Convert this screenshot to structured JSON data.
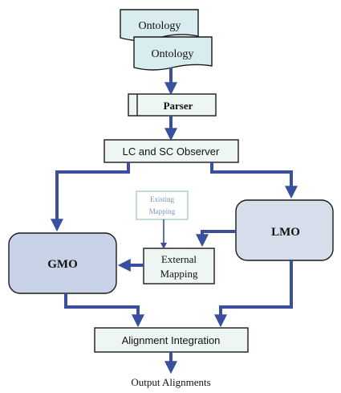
{
  "nodes": {
    "ontology_back": "Ontology",
    "ontology_front": "Ontology",
    "parser": "Parser",
    "observer": "LC and SC Observer",
    "existing_mapping": [
      "Existing",
      "Mapping"
    ],
    "lmo": "LMO",
    "gmo": "GMO",
    "external_mapping": [
      "External",
      "Mapping"
    ],
    "alignment_integration": "Alignment  Integration",
    "output": "Output Alignments"
  },
  "colors": {
    "arrow": "#3a4f9e",
    "box_fill_light": "#eef6f4",
    "box_fill_gmo": "#c9d3e8",
    "box_fill_lmo": "#d6deec",
    "ontology_fill": "#d9ecef",
    "border": "#1a1a1a",
    "existing_border": "#8ab9b3",
    "existing_text": "#7b95b5"
  }
}
